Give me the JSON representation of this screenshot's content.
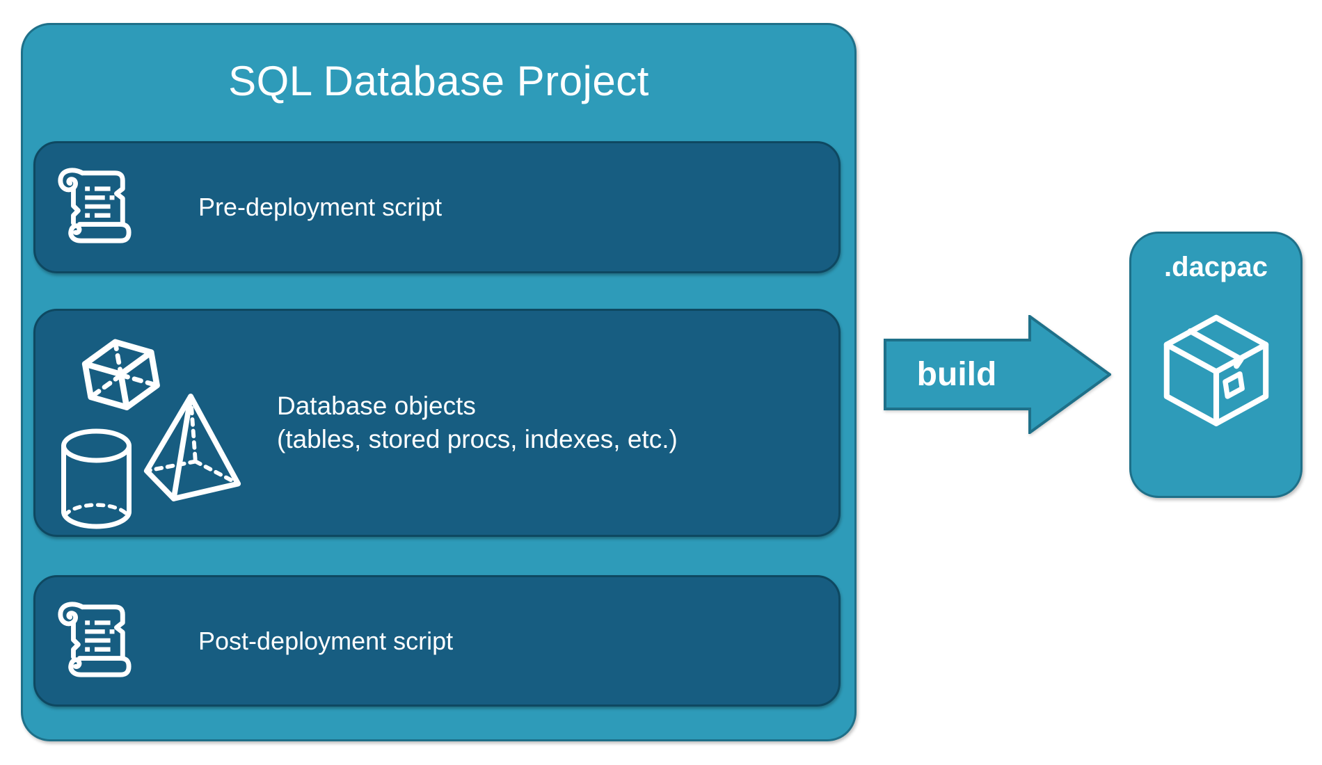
{
  "project": {
    "title": "SQL Database Project",
    "boxes": [
      {
        "label": "Pre-deployment script",
        "icon": "scroll-icon"
      },
      {
        "label_line1": "Database objects",
        "label_line2": "(tables, stored procs, indexes, etc.)",
        "icons": [
          "cube-icon",
          "pyramid-icon",
          "cylinder-icon"
        ]
      },
      {
        "label": "Post-deployment script",
        "icon": "scroll-icon"
      }
    ]
  },
  "arrow": {
    "label": "build"
  },
  "output": {
    "label": ".dacpac",
    "icon": "package-icon"
  },
  "colors": {
    "container_fill": "#2E9BB9",
    "container_border": "#1E7089",
    "inner_box_fill": "#175D81",
    "inner_box_border": "#0E4861",
    "icon_and_text": "#FFFFFF",
    "background": "#FFFFFF"
  }
}
